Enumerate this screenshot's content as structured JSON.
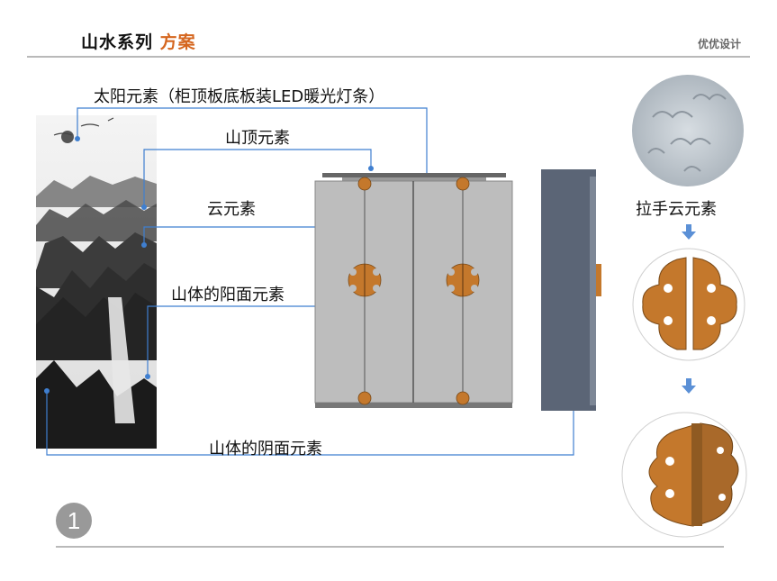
{
  "header": {
    "title_main": "山水系列",
    "title_accent": "方案",
    "right_text": "优优设计"
  },
  "labels": {
    "sun": "太阳元素（柜顶板底板装LED暖光灯条）",
    "peak": "山顶元素",
    "cloud": "云元素",
    "sunny": "山体的阳面元素",
    "shady": "山体的阴面元素",
    "handle": "拉手云元素"
  },
  "page_number": "1",
  "colors": {
    "accent": "#d5661f",
    "leader": "#3f7fd0",
    "cabinet": "#bdbdbd",
    "side": "#5b6576",
    "handle": "#c4782c"
  }
}
